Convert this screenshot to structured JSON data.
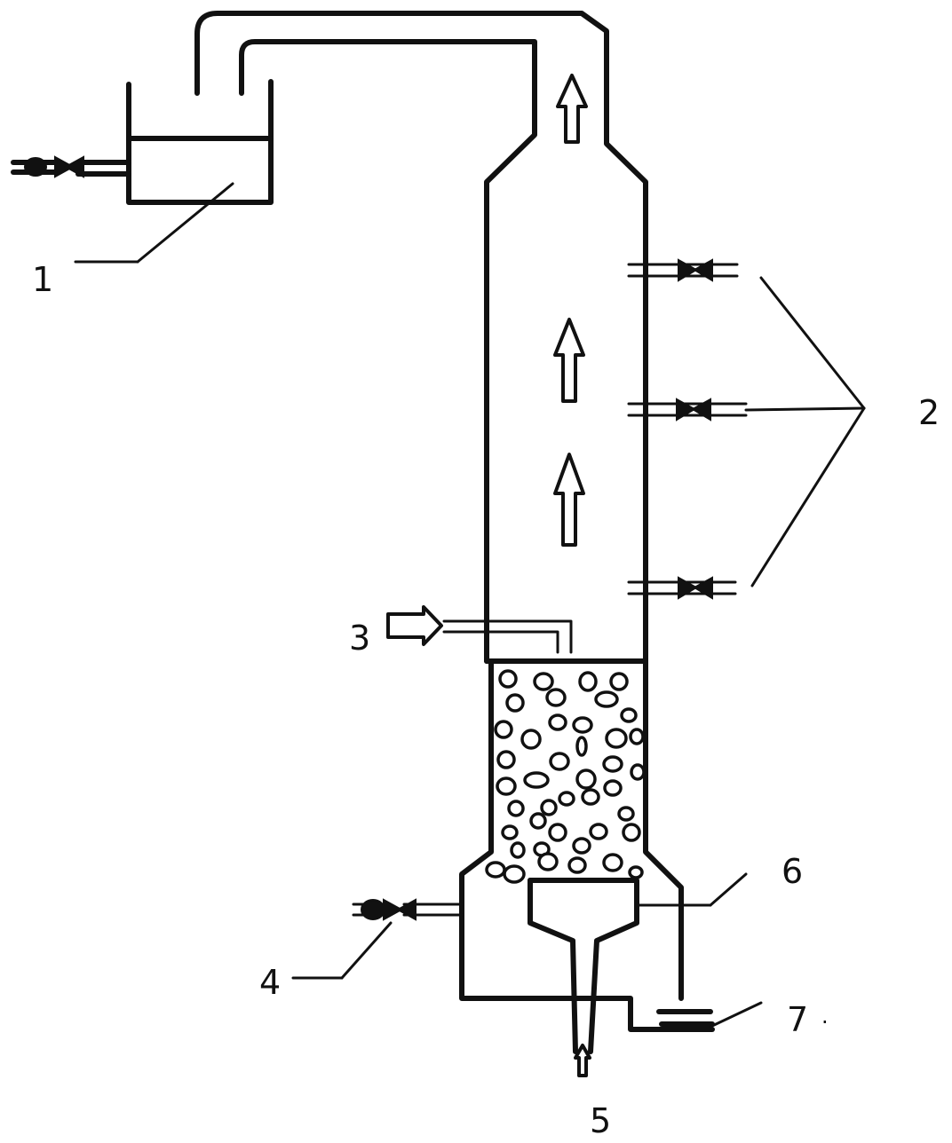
{
  "labels": {
    "l1": "1",
    "l2": "2",
    "l3": "3",
    "l4": "4",
    "l5": "5",
    "l6": "6",
    "l7": "7"
  },
  "stray_mark": "."
}
